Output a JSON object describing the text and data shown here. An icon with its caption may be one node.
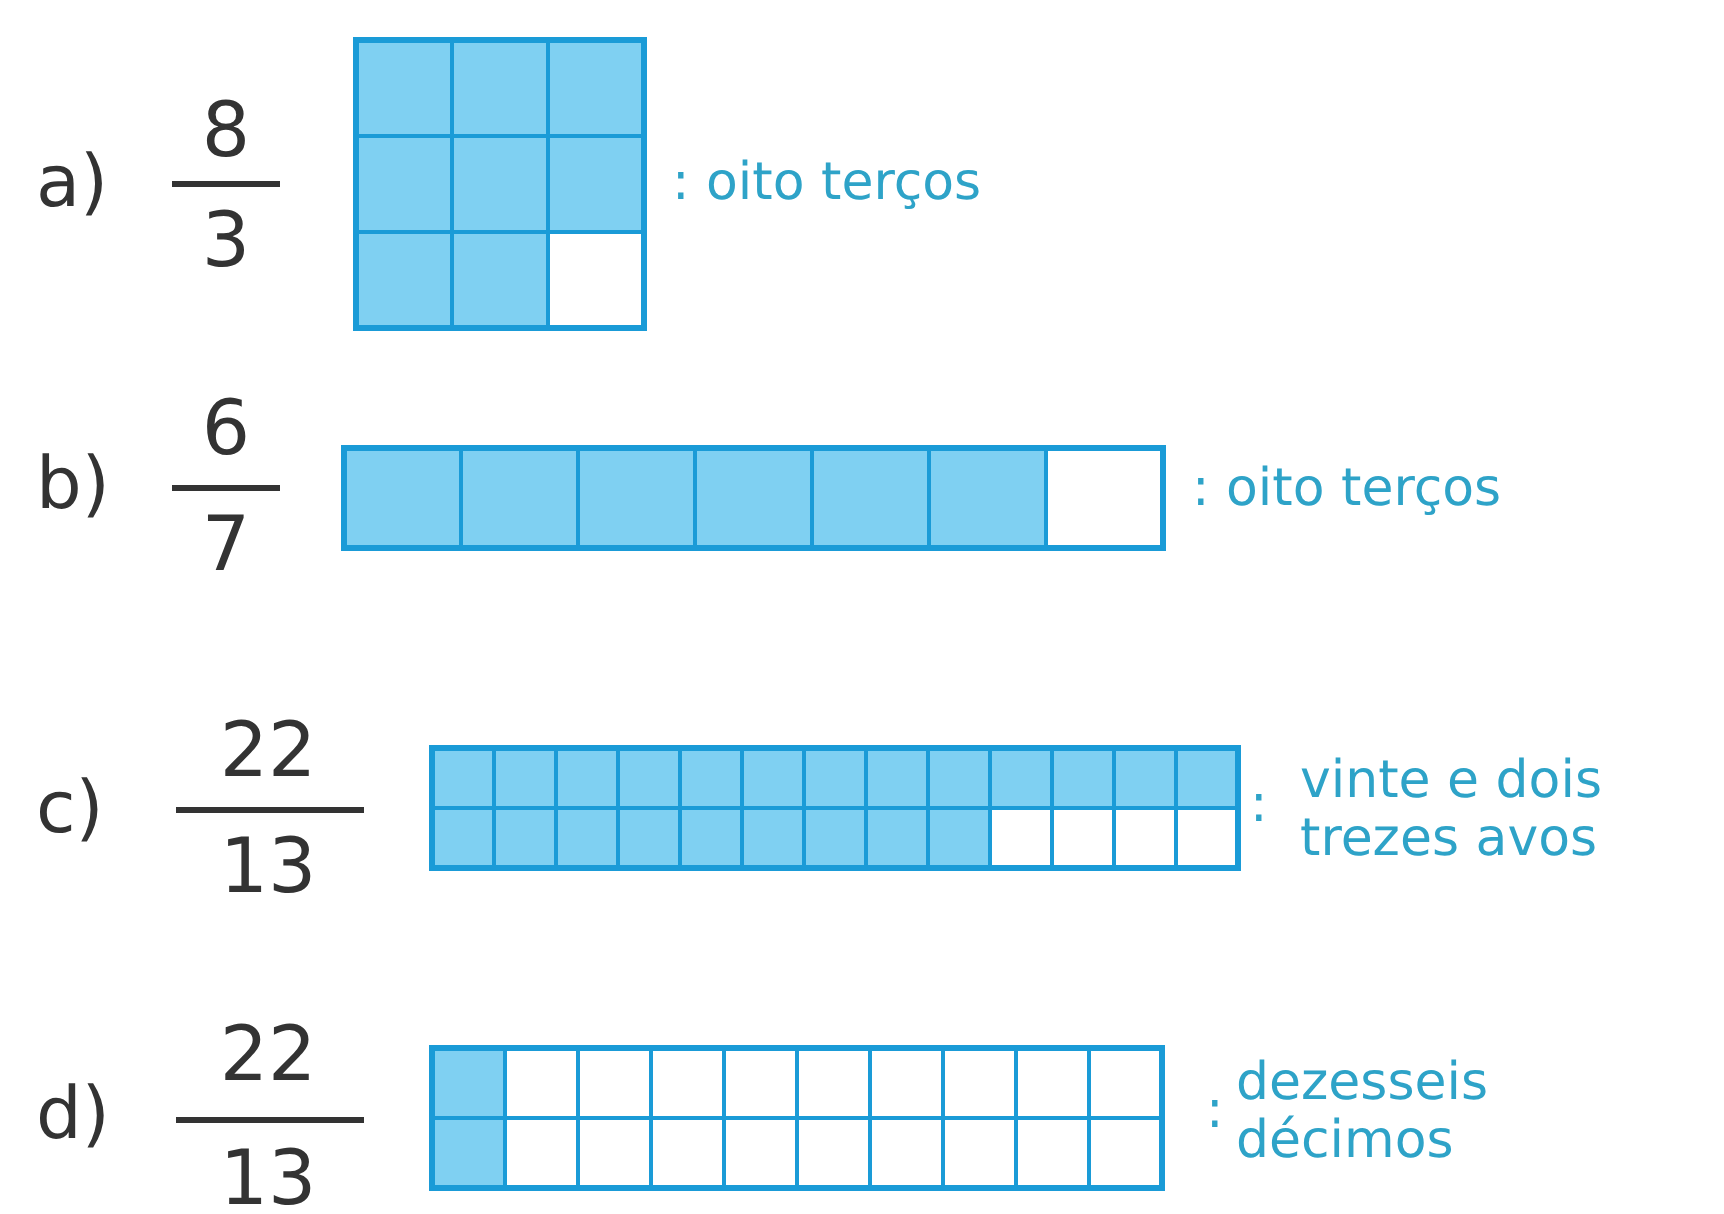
{
  "diagram": {
    "labels": [
      "a)",
      "8",
      "3",
      ": oito terços",
      "b)",
      "6",
      "7",
      ": oito terços",
      "c)",
      "22",
      "13",
      ":",
      "vinte e dois trezes avos",
      "d)",
      "22",
      "13",
      ":",
      "dezesseis décimos"
    ]
  }
}
